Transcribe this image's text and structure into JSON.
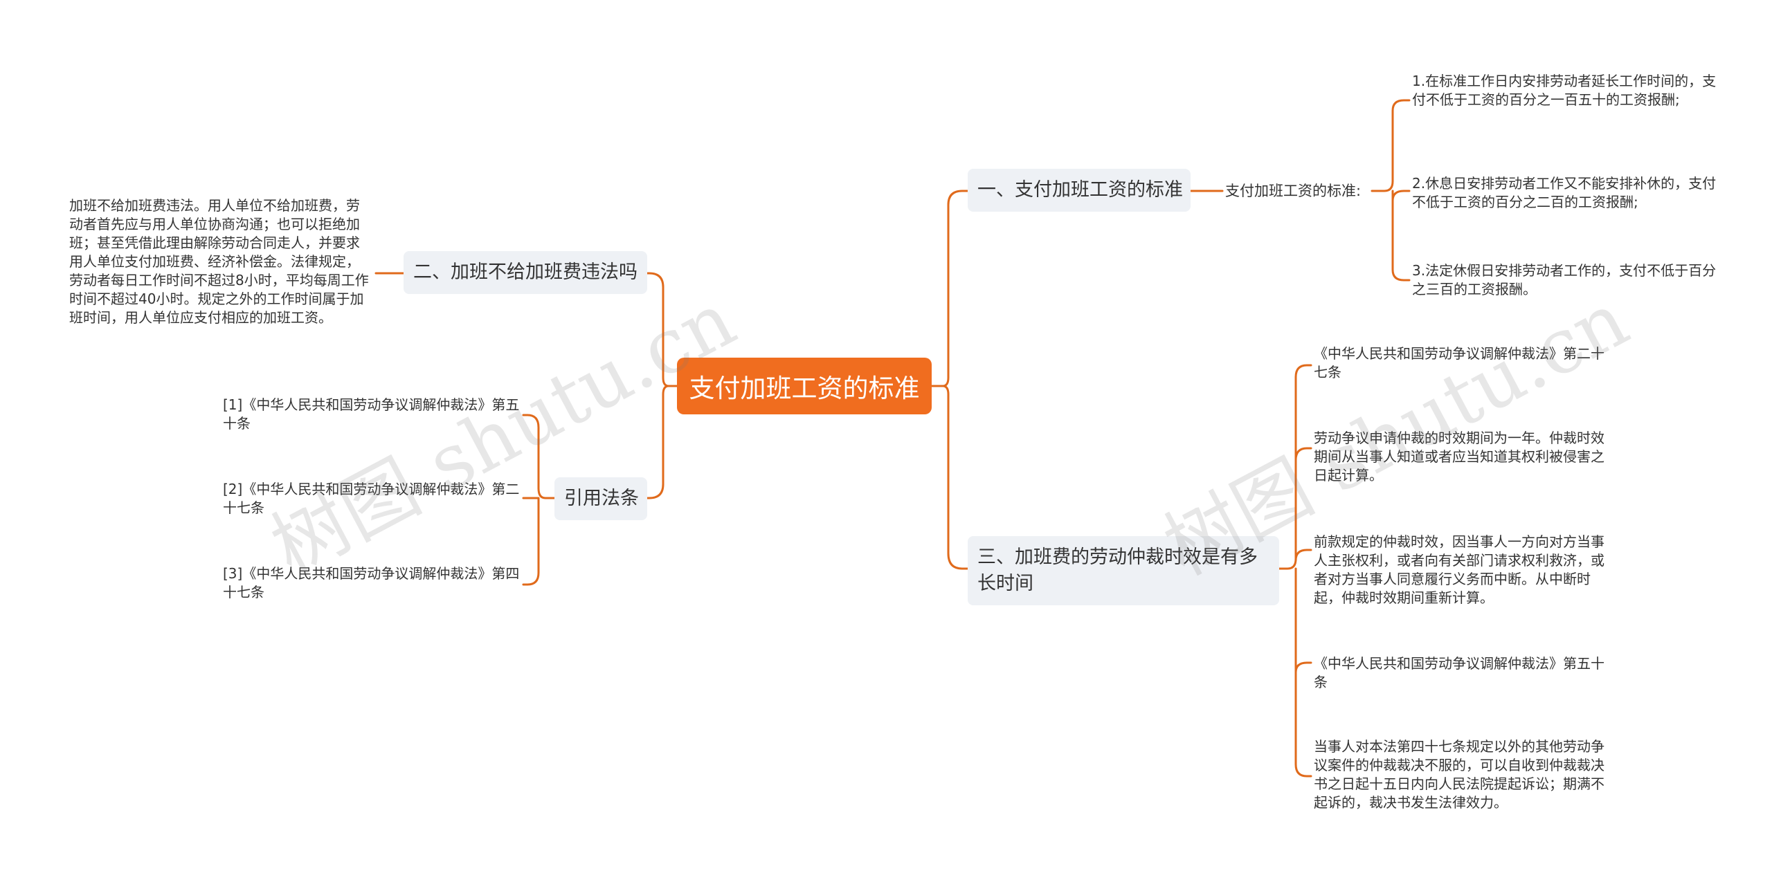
{
  "root": {
    "title": "支付加班工资的标准"
  },
  "branches": {
    "b1": {
      "title": "一、支付加班工资的标准",
      "sub": "支付加班工资的标准:",
      "items": [
        "1.在标准工作日内安排劳动者延长工作时间的，支付不低于工资的百分之一百五十的工资报酬;",
        "2.休息日安排劳动者工作又不能安排补休的，支付不低于工资的百分之二百的工资报酬;",
        "3.法定休假日安排劳动者工作的，支付不低于百分之三百的工资报酬。"
      ]
    },
    "b2": {
      "title": "二、加班不给加班费违法吗",
      "content": "加班不给加班费违法。用人单位不给加班费，劳动者首先应与用人单位协商沟通；也可以拒绝加班；甚至凭借此理由解除劳动合同走人，并要求用人单位支付加班费、经济补偿金。法律规定，劳动者每日工作时间不超过8小时，平均每周工作时间不超过40小时。规定之外的工作时间属于加班时间，用人单位应支付相应的加班工资。"
    },
    "b3": {
      "title": "三、加班费的劳动仲裁时效是有多长时间",
      "items": [
        "《中华人民共和国劳动争议调解仲裁法》第二十七条",
        "劳动争议申请仲裁的时效期间为一年。仲裁时效期间从当事人知道或者应当知道其权利被侵害之日起计算。",
        "前款规定的仲裁时效，因当事人一方向对方当事人主张权利，或者向有关部门请求权利救济，或者对方当事人同意履行义务而中断。从中断时起，仲裁时效期间重新计算。",
        "《中华人民共和国劳动争议调解仲裁法》第五十条",
        "当事人对本法第四十七条规定以外的其他劳动争议案件的仲裁裁决不服的，可以自收到仲裁裁决书之日起十五日内向人民法院提起诉讼；期满不起诉的，裁决书发生法律效力。"
      ]
    },
    "b4": {
      "title": "引用法条",
      "items": [
        "[1]《中华人民共和国劳动争议调解仲裁法》第五十条",
        "[2]《中华人民共和国劳动争议调解仲裁法》第二十七条",
        "[3]《中华人民共和国劳动争议调解仲裁法》第四十七条"
      ]
    }
  },
  "watermarks": [
    "树图 shutu.cn",
    "树图 shutu.cn"
  ],
  "colors": {
    "root_fill": "#f06d1f",
    "connector": "#e06a1b",
    "branch_fill": "#eef1f5",
    "text": "#333333"
  }
}
